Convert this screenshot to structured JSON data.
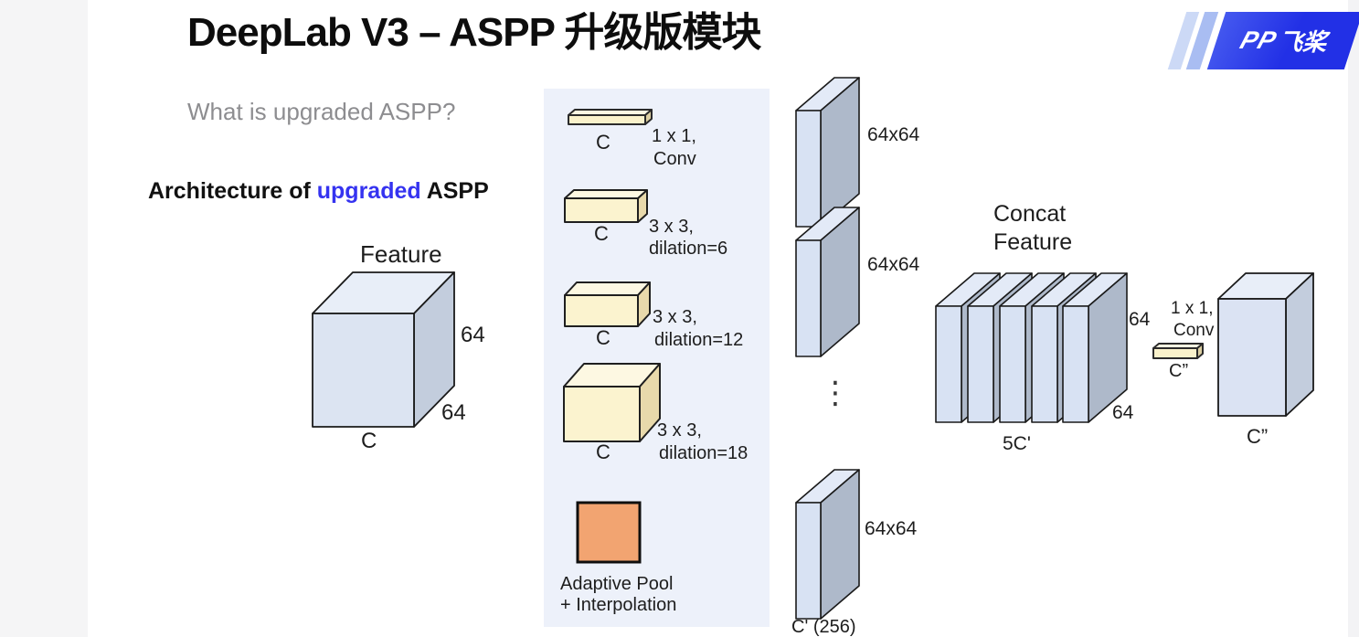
{
  "slide": {
    "title": "DeepLab V3 – ASPP 升级版模块"
  },
  "logo": {
    "glyphs": "PP",
    "brand": "飞桨"
  },
  "intro": {
    "question": "What is upgraded ASPP?",
    "heading_prefix": "Architecture of ",
    "heading_highlight": "upgraded",
    "heading_suffix": " ASPP"
  },
  "feature": {
    "label": "Feature",
    "height": "64",
    "depth": "64",
    "channels": "C"
  },
  "aspp": {
    "branches": [
      {
        "channels": "C",
        "op1": "1 x 1,",
        "op2": "Conv"
      },
      {
        "channels": "C",
        "op1": "3 x 3,",
        "op2": "dilation=6"
      },
      {
        "channels": "C",
        "op1": "3 x 3,",
        "op2": "dilation=12"
      },
      {
        "channels": "C",
        "op1": "3 x 3,",
        "op2": "dilation=18"
      }
    ],
    "pool": {
      "line1": "Adaptive Pool",
      "line2": "+ Interpolation"
    }
  },
  "branch_outputs": {
    "slab1_label": "64x64",
    "slab2_label": "64x64",
    "slab3_label": "64x64",
    "ellipsis": "⋮",
    "channels_label": "C' (256)"
  },
  "concat": {
    "title1": "Concat",
    "title2": "Feature",
    "height": "64",
    "depth": "64",
    "channels": "5C'"
  },
  "projection": {
    "op1": "1 x 1,",
    "op2": "Conv",
    "bar_label": "C”",
    "cube_label": "C”"
  },
  "colors": {
    "brand_blue": "#2230e6",
    "highlight_blue": "#3533f0",
    "panel_bg": "#edf1fa",
    "cream_front": "#fbf3cf",
    "orange": "#f2a471",
    "slab_front": "#d8e2f3",
    "slab_side": "#aeb9ca",
    "cube_front": "#dbe3f3"
  }
}
